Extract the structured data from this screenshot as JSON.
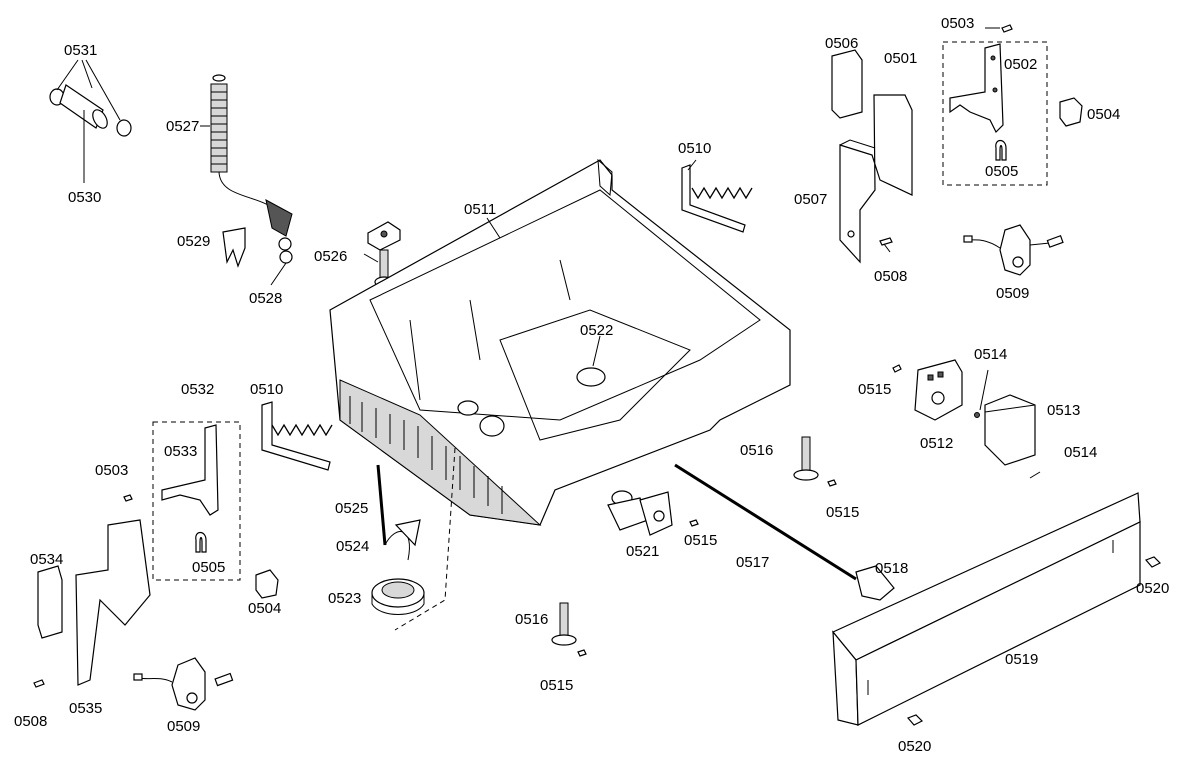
{
  "labels": {
    "p0531": "0531",
    "p0530": "0530",
    "p0527": "0527",
    "p0529": "0529",
    "p0528": "0528",
    "p0526": "0526",
    "p0511": "0511",
    "p0510_top": "0510",
    "p0506": "0506",
    "p0503_top": "0503",
    "p0501": "0501",
    "p0502": "0502",
    "p0504_top": "0504",
    "p0505_top": "0505",
    "p0507": "0507",
    "p0508_top": "0508",
    "p0509_top": "0509",
    "p0522": "0522",
    "p0514_a": "0514",
    "p0515_a": "0515",
    "p0513": "0513",
    "p0512": "0512",
    "p0514_b": "0514",
    "p0516_a": "0516",
    "p0515_b": "0515",
    "p0532": "0532",
    "p0510_left": "0510",
    "p0533": "0533",
    "p0503_left": "0503",
    "p0525": "0525",
    "p0524": "0524",
    "p0534": "0534",
    "p0505_left": "0505",
    "p0504_left": "0504",
    "p0523": "0523",
    "p0521": "0521",
    "p0515_c": "0515",
    "p0517": "0517",
    "p0518": "0518",
    "p0520_a": "0520",
    "p0516_b": "0516",
    "p0519": "0519",
    "p0515_d": "0515",
    "p0508_left": "0508",
    "p0535": "0535",
    "p0509_left": "0509",
    "p0520_b": "0520"
  }
}
